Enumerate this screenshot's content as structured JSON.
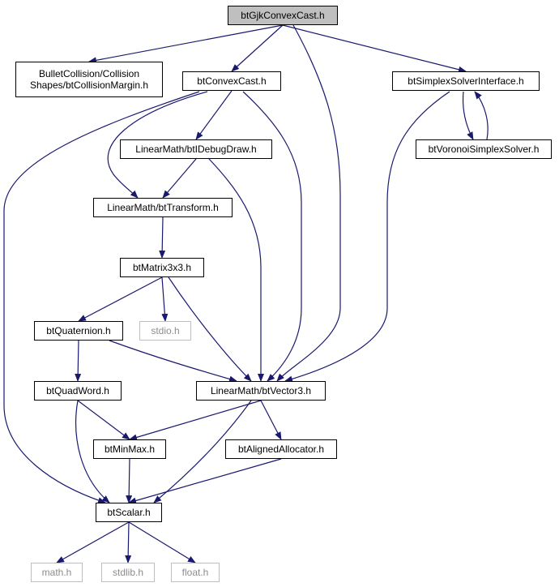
{
  "graph": {
    "nodes": [
      {
        "id": "gjk",
        "label": "btGjkConvexCast.h",
        "kind": "focus"
      },
      {
        "id": "margin",
        "label": "BulletCollision/Collision\nShapes/btCollisionMargin.h",
        "kind": "normal"
      },
      {
        "id": "convexcast",
        "label": "btConvexCast.h",
        "kind": "normal"
      },
      {
        "id": "simplex",
        "label": "btSimplexSolverInterface.h",
        "kind": "normal"
      },
      {
        "id": "voronoi",
        "label": "btVoronoiSimplexSolver.h",
        "kind": "normal"
      },
      {
        "id": "debugdraw",
        "label": "LinearMath/btIDebugDraw.h",
        "kind": "normal"
      },
      {
        "id": "transform",
        "label": "LinearMath/btTransform.h",
        "kind": "normal"
      },
      {
        "id": "matrix",
        "label": "btMatrix3x3.h",
        "kind": "normal"
      },
      {
        "id": "quat",
        "label": "btQuaternion.h",
        "kind": "normal"
      },
      {
        "id": "stdio",
        "label": "stdio.h",
        "kind": "system"
      },
      {
        "id": "quadword",
        "label": "btQuadWord.h",
        "kind": "normal"
      },
      {
        "id": "vector3",
        "label": "LinearMath/btVector3.h",
        "kind": "normal"
      },
      {
        "id": "minmax",
        "label": "btMinMax.h",
        "kind": "normal"
      },
      {
        "id": "aligned",
        "label": "btAlignedAllocator.h",
        "kind": "normal"
      },
      {
        "id": "scalar",
        "label": "btScalar.h",
        "kind": "normal"
      },
      {
        "id": "math",
        "label": "math.h",
        "kind": "system"
      },
      {
        "id": "stdlib",
        "label": "stdlib.h",
        "kind": "system"
      },
      {
        "id": "float",
        "label": "float.h",
        "kind": "system"
      }
    ],
    "edges": [
      [
        "gjk",
        "margin"
      ],
      [
        "gjk",
        "convexcast"
      ],
      [
        "gjk",
        "vector3"
      ],
      [
        "gjk",
        "simplex"
      ],
      [
        "convexcast",
        "scalar"
      ],
      [
        "convexcast",
        "transform"
      ],
      [
        "convexcast",
        "debugdraw"
      ],
      [
        "convexcast",
        "vector3"
      ],
      [
        "simplex",
        "vector3"
      ],
      [
        "simplex",
        "voronoi"
      ],
      [
        "voronoi",
        "simplex"
      ],
      [
        "debugdraw",
        "transform"
      ],
      [
        "debugdraw",
        "vector3"
      ],
      [
        "transform",
        "matrix"
      ],
      [
        "matrix",
        "quat"
      ],
      [
        "matrix",
        "stdio"
      ],
      [
        "matrix",
        "vector3"
      ],
      [
        "quat",
        "quadword"
      ],
      [
        "quat",
        "vector3"
      ],
      [
        "quadword",
        "minmax"
      ],
      [
        "quadword",
        "scalar"
      ],
      [
        "vector3",
        "minmax"
      ],
      [
        "vector3",
        "aligned"
      ],
      [
        "vector3",
        "scalar"
      ],
      [
        "minmax",
        "scalar"
      ],
      [
        "aligned",
        "scalar"
      ],
      [
        "scalar",
        "math"
      ],
      [
        "scalar",
        "stdlib"
      ],
      [
        "scalar",
        "float"
      ]
    ],
    "colors": {
      "edge": "#191970",
      "node_border": "#000000",
      "focus_fill": "#bfbfbf",
      "system_border": "#bfbfbf",
      "system_text": "#8c8c8c"
    }
  }
}
